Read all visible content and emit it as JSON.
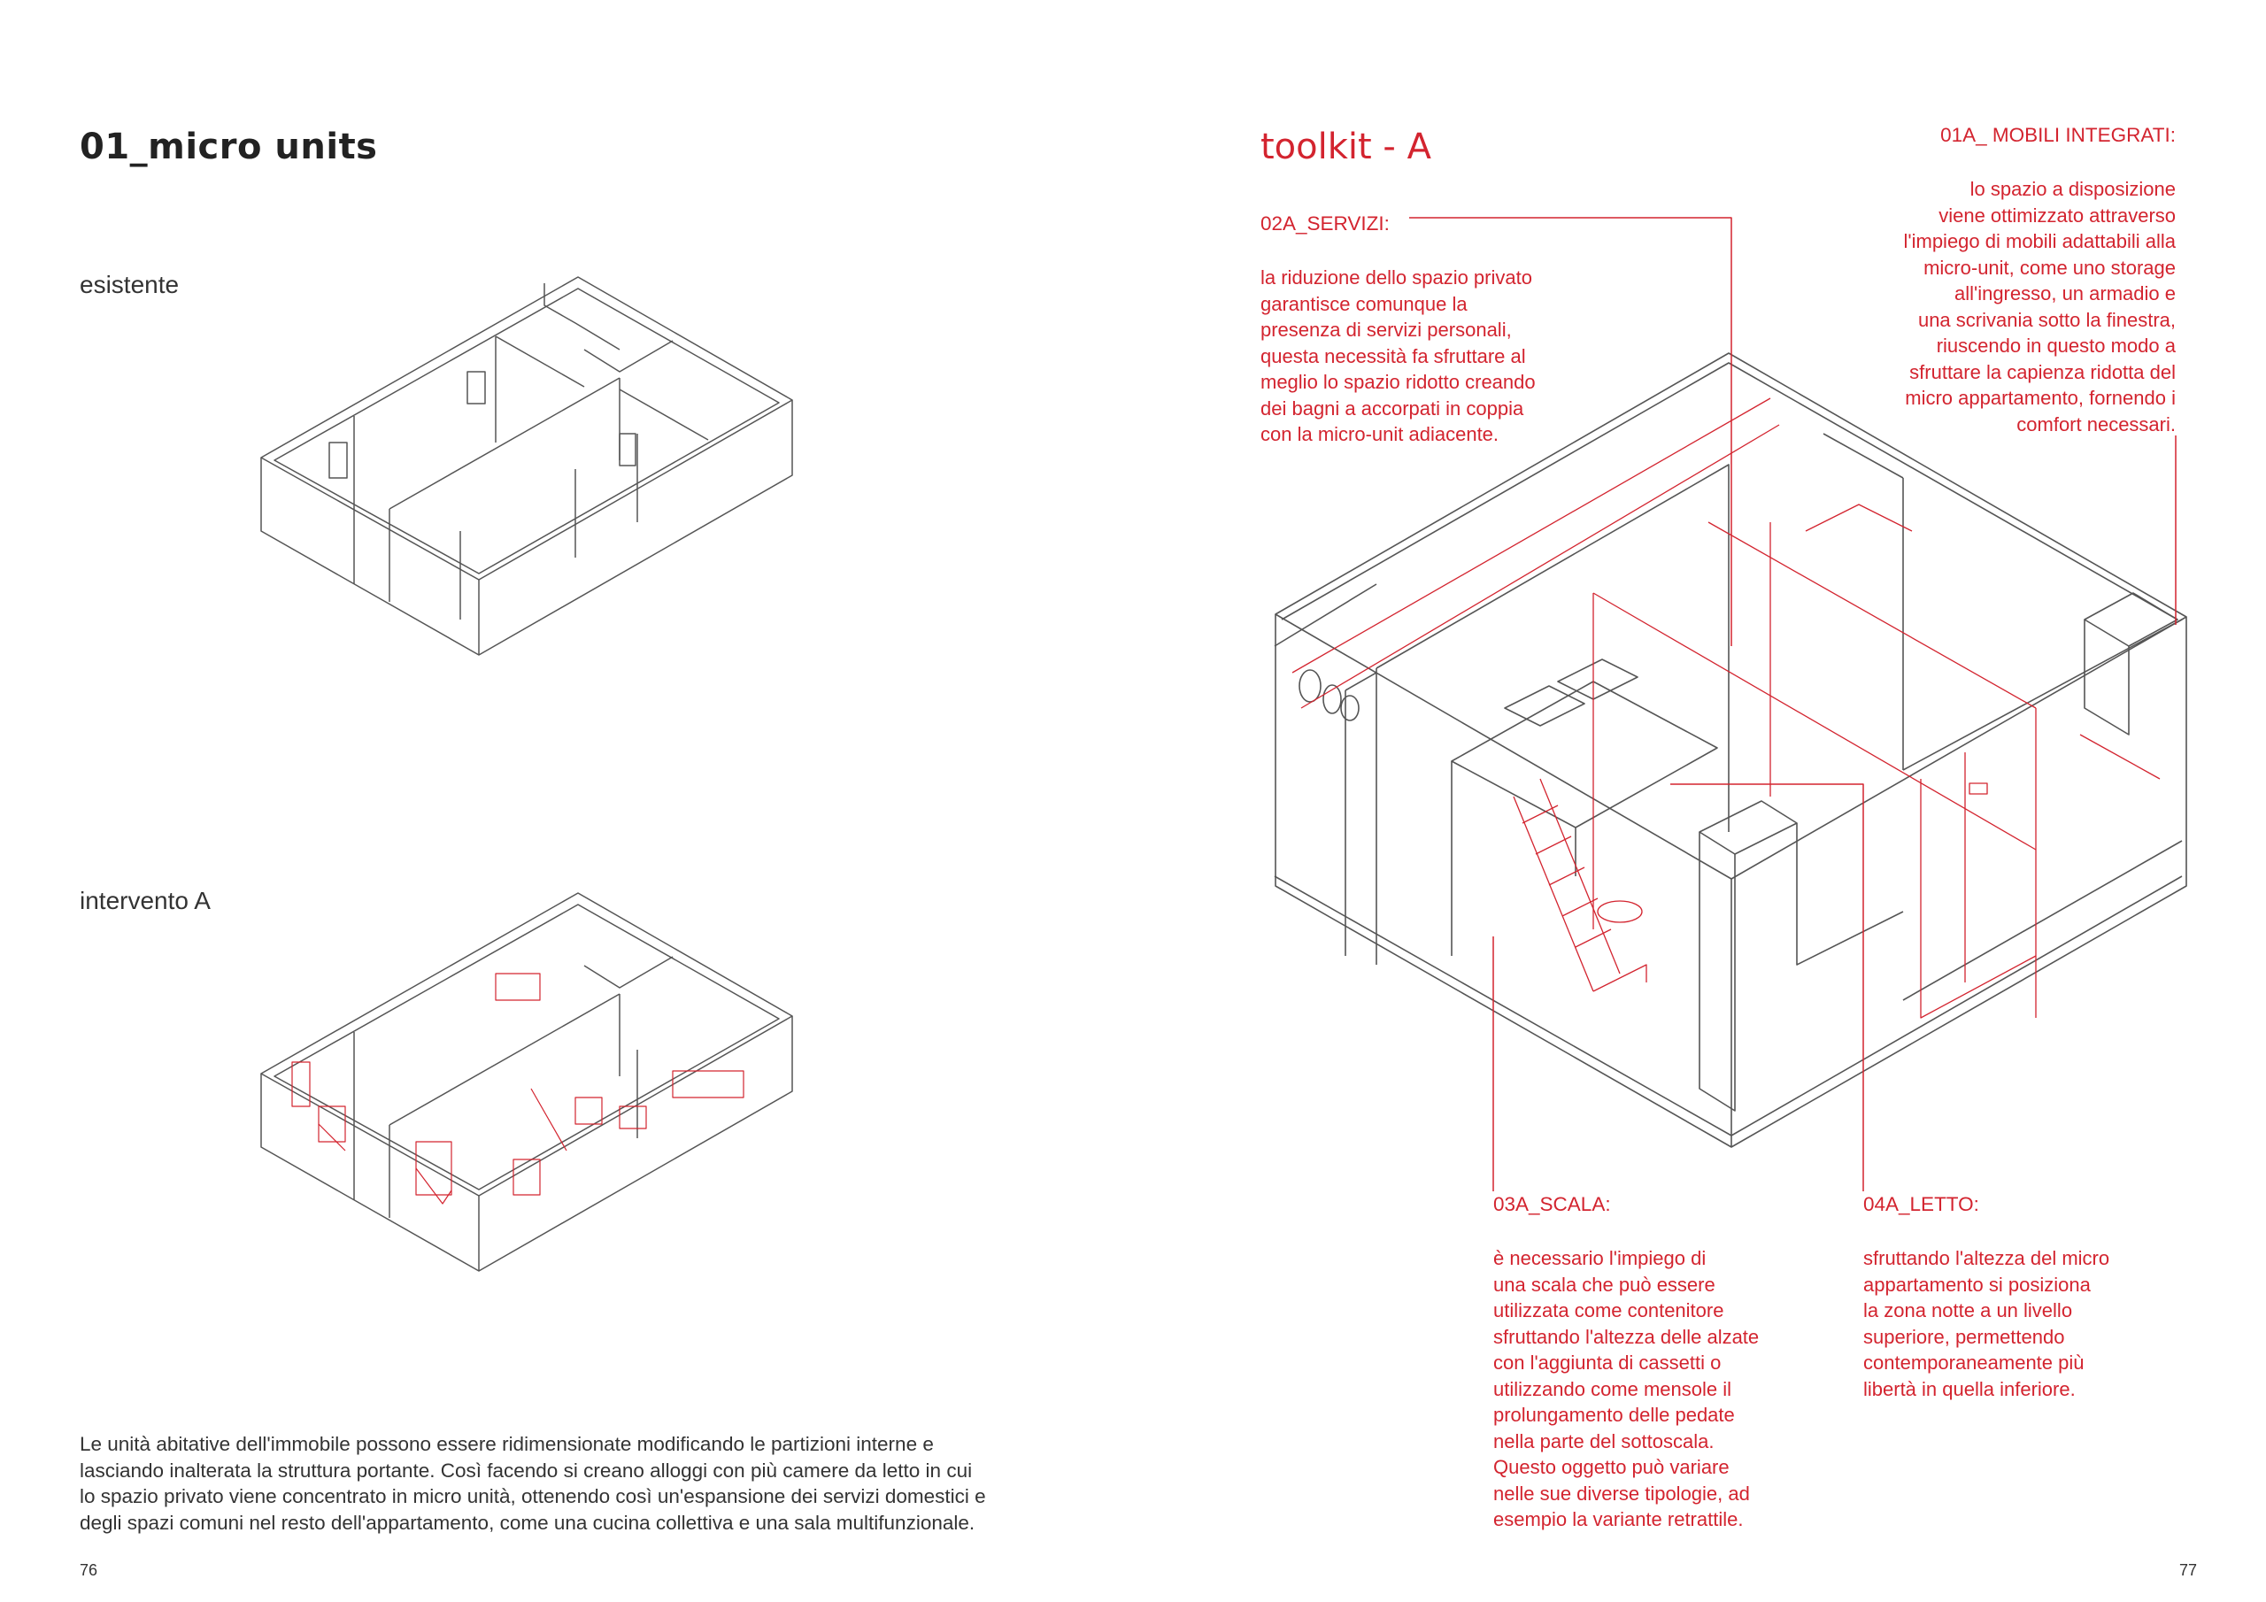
{
  "left_page": {
    "title": "01_micro units",
    "label_existing": "esistente",
    "label_intervention": "intervento A",
    "paragraph_lines": [
      "Le unità abitative dell'immobile possono essere ridimensionate modificando le partizioni interne e",
      "lasciando inalterata la struttura portante. Così facendo si creano alloggi con più camere da letto in cui",
      "lo spazio privato viene concentrato in micro unità, ottenendo così un'espansione dei servizi domestici e",
      "degli spazi comuni nel resto dell'appartamento, come una cucina collettiva e una sala multifunzionale."
    ],
    "page_number": "76"
  },
  "right_page": {
    "title": "toolkit - A",
    "page_number": "77",
    "accent_color": "#d3242f",
    "notes": [
      {
        "heading": "01A_ MOBILI INTEGRATI:",
        "lines": [
          "lo spazio a disposizione",
          "viene ottimizzato attraverso",
          "l'impiego di mobili adattabili alla",
          "micro-unit, come uno storage",
          "all'ingresso, un armadio e",
          "una scrivania sotto la finestra,",
          "riuscendo in questo modo a",
          "sfruttare la capienza ridotta del",
          "micro appartamento, fornendo i",
          "comfort necessari."
        ]
      },
      {
        "heading": "02A_SERVIZI:",
        "lines": [
          "la riduzione dello spazio privato",
          "garantisce comunque la",
          "presenza di servizi personali,",
          "questa necessità fa sfruttare al",
          "meglio lo spazio ridotto creando",
          "dei bagni a accorpati in coppia",
          "con la micro-unit adiacente."
        ]
      },
      {
        "heading": "03A_SCALA:",
        "lines": [
          "è necessario l'impiego di",
          "una scala che può essere",
          "utilizzata come contenitore",
          "sfruttando l'altezza delle alzate",
          "con l'aggiunta di cassetti o",
          "utilizzando come mensole il",
          "prolungamento delle pedate",
          "nella parte del sottoscala.",
          "Questo oggetto può variare",
          "nelle sue diverse tipologie, ad",
          "esempio la variante retrattile."
        ]
      },
      {
        "heading": "04A_LETTO:",
        "lines": [
          "sfruttando l'altezza del micro",
          "appartamento si posiziona",
          "la zona notte a un livello",
          "superiore, permettendo",
          "contemporaneamente più",
          "libertà in quella inferiore."
        ]
      }
    ]
  }
}
